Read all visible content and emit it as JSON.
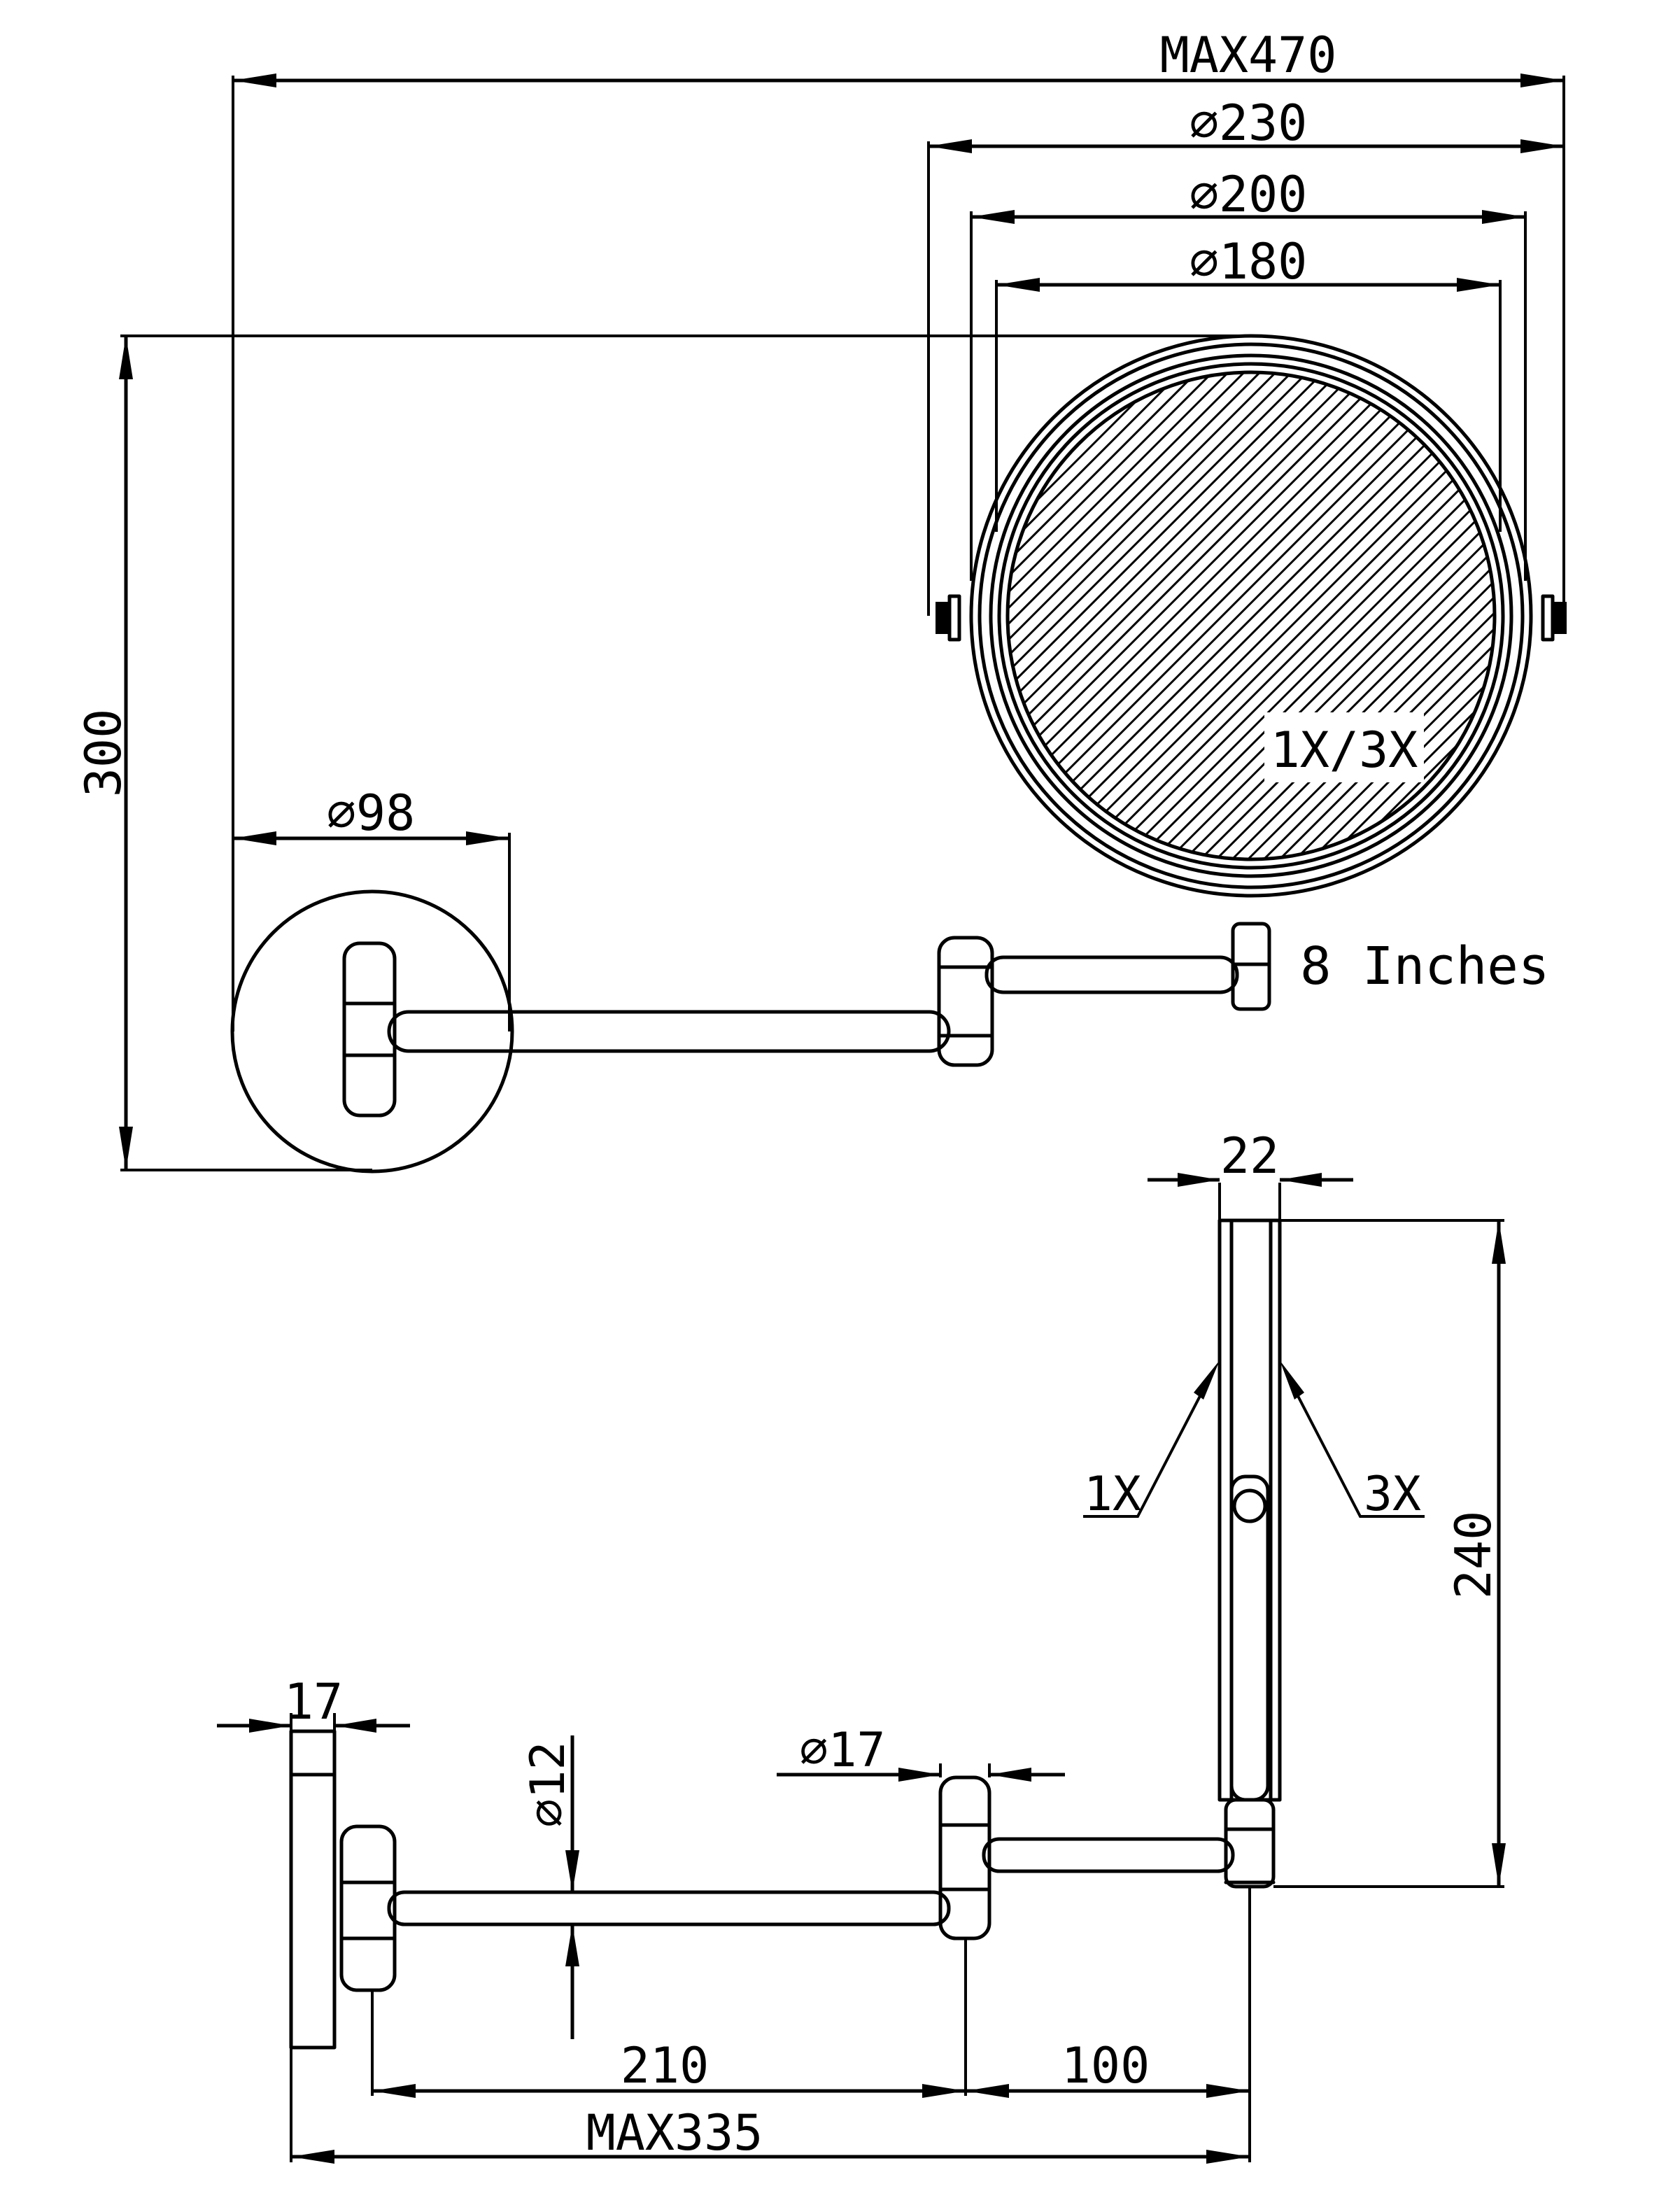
{
  "labels": {
    "max_width": "MAX470",
    "outer_diameter": "⌀230",
    "frame_diameter": "⌀200",
    "glass_diameter": "⌀180",
    "total_height": "300",
    "base_diameter": "⌀98",
    "magnification": "1X/3X",
    "mirror_size": "8 Inches",
    "mirror_thickness": "22",
    "mirror_height": "240",
    "side_1x": "1X",
    "side_3x": "3X",
    "base_thickness": "17",
    "arm_diameter": "⌀12",
    "joint_diameter": "⌀17",
    "arm_long_length": "210",
    "arm_short_length": "100",
    "max_extension": "MAX335"
  }
}
